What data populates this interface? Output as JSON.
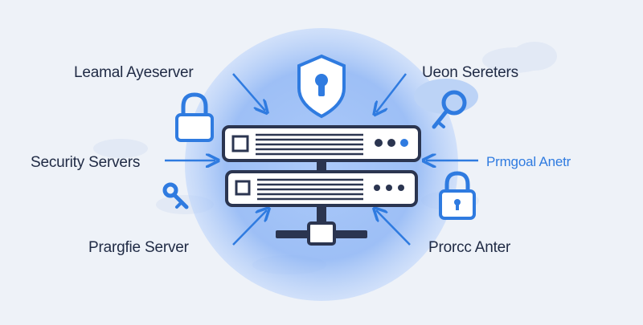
{
  "diagram": {
    "labels": {
      "top_left": "Leamal Ayeserver",
      "top_right": "Ueon Sereters",
      "mid_left": "Security Servers",
      "mid_right": "Prmgoal Anetr",
      "bottom_left": "Prargfie Server",
      "bottom_right": "Prorcc Anter"
    },
    "icons": [
      "shield-keyhole-icon",
      "padlock-icon",
      "key-icon",
      "server-rack-icon",
      "network-connector-icon",
      "arrow-icon",
      "cloud-icon"
    ],
    "colors": {
      "background": "#eef2f8",
      "glow": "#8fb6f5",
      "accent": "#2f7be0",
      "outline": "#2b3550",
      "server_face": "#ffffff",
      "label_text": "#1f2a44"
    }
  }
}
